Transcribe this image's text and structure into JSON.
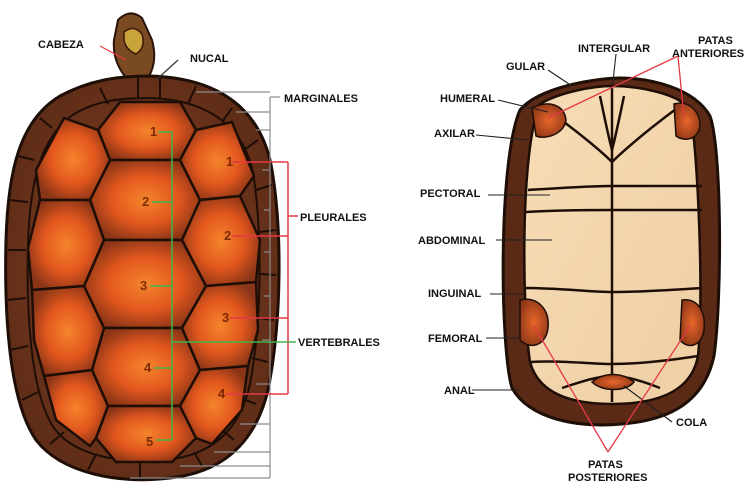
{
  "colors": {
    "carapace_dark": "#4a2312",
    "carapace_brown": "#7a3a1c",
    "scute_orange": "#e2571e",
    "scute_bright": "#f07a28",
    "plastron": "#f3d7b0",
    "red_line": "#e53945",
    "green_line": "#3fb44a",
    "gray_line": "#8c8c8c"
  },
  "dorsal": {
    "labels": {
      "head": "CABEZA",
      "nuchal": "NUCAL",
      "marginals": "MARGINALES",
      "pleurals": "PLEURALES",
      "vertebrals": "VERTEBRALES"
    },
    "vertebral_numbers": [
      "1",
      "2",
      "3",
      "4",
      "5"
    ],
    "pleural_numbers": [
      "1",
      "2",
      "3",
      "4"
    ]
  },
  "ventral": {
    "labels": {
      "gular": "GULAR",
      "intergular": "INTERGULAR",
      "front_legs_1": "PATAS",
      "front_legs_2": "ANTERIORES",
      "humeral": "HUMERAL",
      "axillary": "AXILAR",
      "pectoral": "PECTORAL",
      "abdominal": "ABDOMINAL",
      "inguinal": "INGUINAL",
      "femoral": "FEMORAL",
      "anal": "ANAL",
      "tail": "COLA",
      "hind_legs_1": "PATAS",
      "hind_legs_2": "POSTERIORES"
    }
  }
}
